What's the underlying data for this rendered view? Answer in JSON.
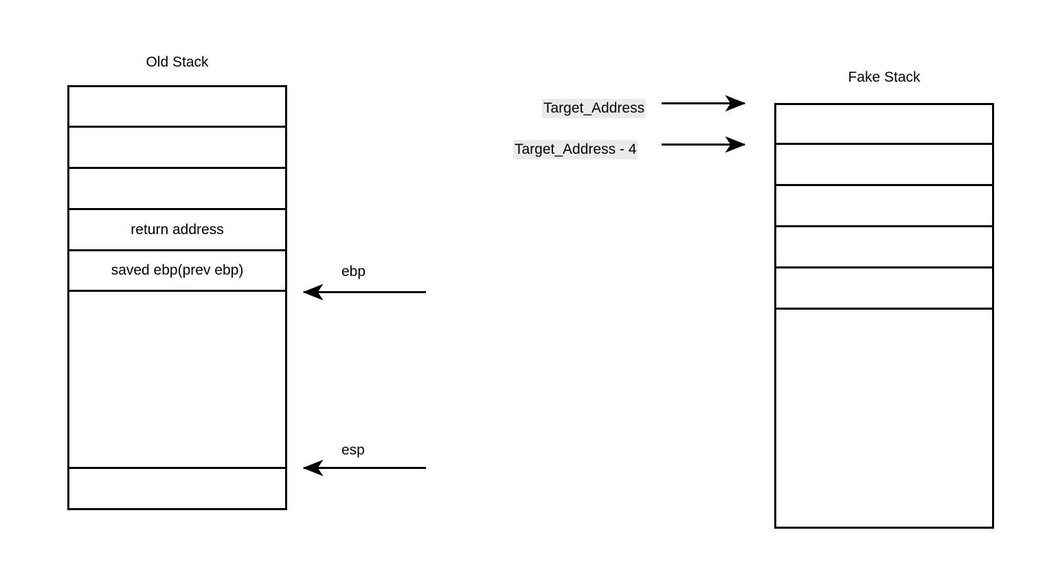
{
  "diagram": {
    "title": "Stack frame vs fake stack diagram",
    "background_color": "#ffffff",
    "stroke_color": "#000000",
    "highlight_color": "#eaeaea"
  },
  "old_stack": {
    "title": "Old Stack",
    "cells": [
      {
        "label": ""
      },
      {
        "label": ""
      },
      {
        "label": ""
      },
      {
        "label": "return address"
      },
      {
        "label": "saved ebp(prev ebp)"
      },
      {
        "label": ""
      },
      {
        "label": ""
      }
    ]
  },
  "fake_stack": {
    "title": "Fake Stack",
    "cells": [
      {
        "label": ""
      },
      {
        "label": ""
      },
      {
        "label": ""
      },
      {
        "label": ""
      },
      {
        "label": ""
      },
      {
        "label": ""
      }
    ]
  },
  "annotations": {
    "target_address": "Target_Address",
    "target_address_minus_4": "Target_Address - 4"
  },
  "registers": {
    "ebp": "ebp",
    "esp": "esp"
  }
}
